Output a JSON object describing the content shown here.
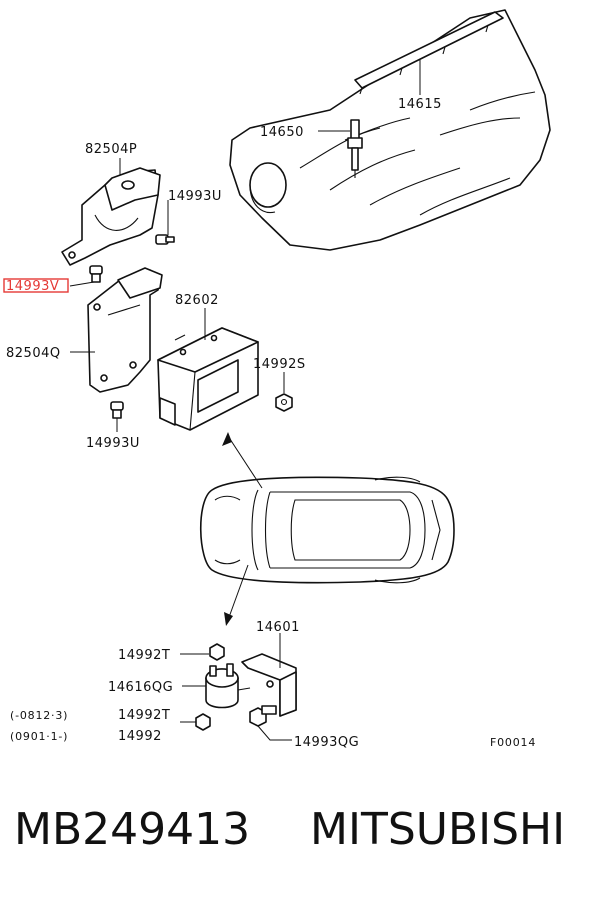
{
  "diagram": {
    "labels": {
      "p14615": "14615",
      "p14650": "14650",
      "p82504P": "82504P",
      "p14993U_top": "14993U",
      "p14993V": "14993V",
      "p82602": "82602",
      "p82504Q": "82504Q",
      "p14992S": "14992S",
      "p14993U_bottom": "14993U",
      "p14601": "14601",
      "p14992T_top": "14992T",
      "p14616QG": "14616QG",
      "p14992T_mid": "14992T",
      "p14992": "14992",
      "p14993QG": "14993QG",
      "range1": "(-0812·3)",
      "range2": "(0901·1-)",
      "figure_code": "F00014"
    },
    "highlight_color": "#e53935"
  },
  "footer": {
    "part_number": "MB249413",
    "brand": "MITSUBISHI"
  }
}
